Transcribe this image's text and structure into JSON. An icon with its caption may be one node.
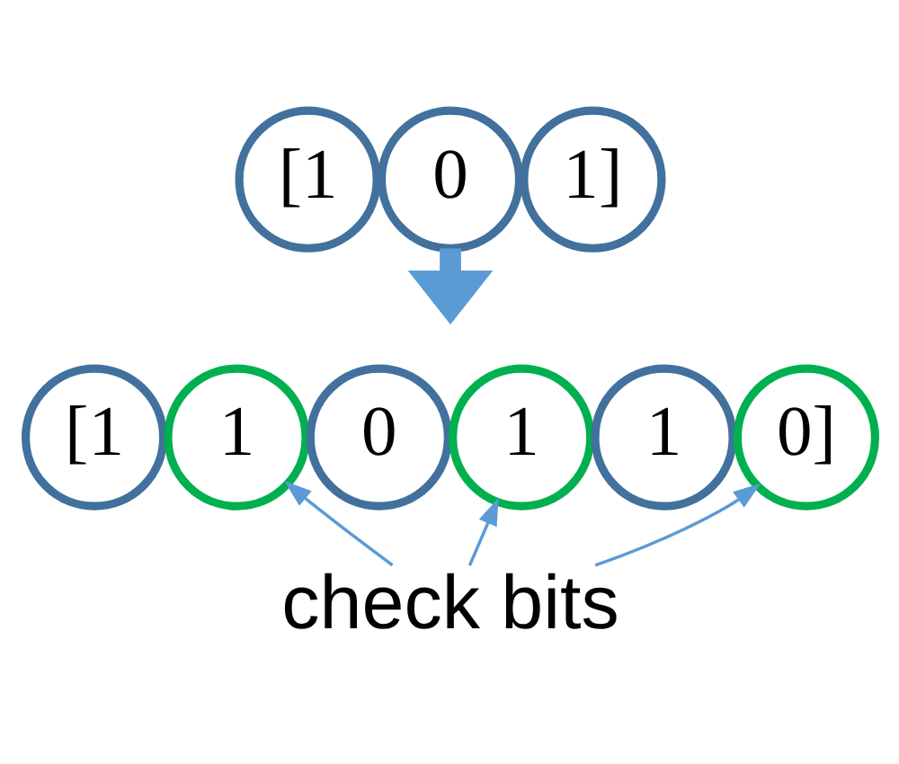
{
  "diagram": {
    "nodes": [
      {
        "text": [
          "[1"
        ]
      },
      {
        "text": [
          "0"
        ]
      },
      {
        "text": [
          "1]"
        ]
      },
      {
        "text": [
          "[1"
        ]
      },
      {
        "text": [
          "1"
        ]
      },
      {
        "text": [
          "0"
        ]
      },
      {
        "text": [
          "1"
        ]
      },
      {
        "text": [
          "1"
        ]
      },
      {
        "text": [
          "0]"
        ]
      },
      {
        "text": [
          "check bits"
        ]
      }
    ],
    "edges": [
      {
        "from": 1,
        "to": null,
        "arrow": "to",
        "style": "thick"
      },
      {
        "from": 9,
        "to": 4,
        "arrow": "to"
      },
      {
        "from": 9,
        "to": 6,
        "arrow": "to"
      },
      {
        "from": 9,
        "to": 8,
        "arrow": "to"
      }
    ]
  }
}
